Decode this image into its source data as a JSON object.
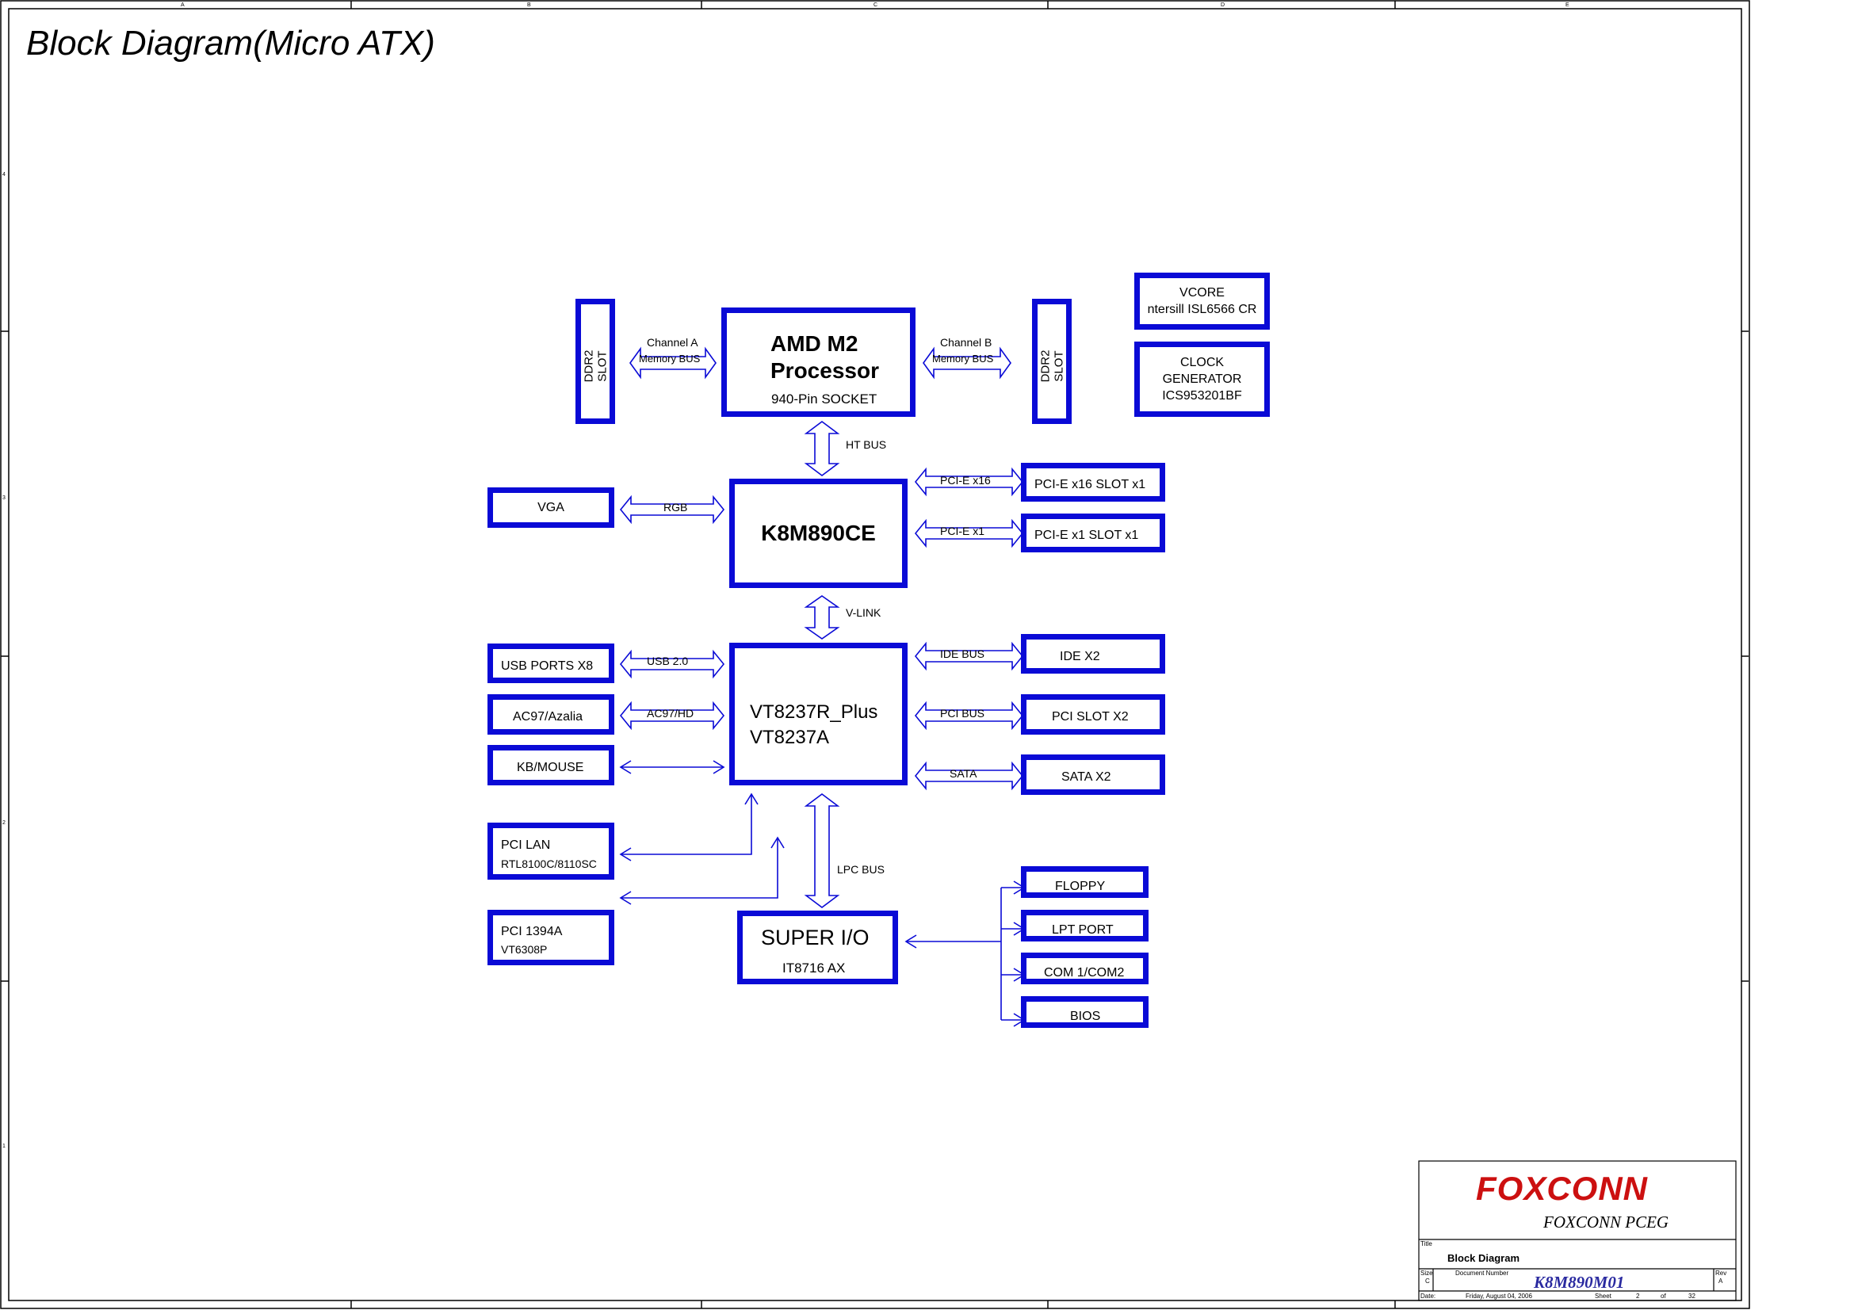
{
  "title": "Block Diagram(Micro ATX)",
  "ruler": {
    "cols": [
      "A",
      "B",
      "C",
      "D",
      "E"
    ],
    "rows": [
      "4",
      "3",
      "2",
      "1"
    ]
  },
  "blocks": {
    "ddr2_left": {
      "line1": "DDR2",
      "line2": "SLOT"
    },
    "ddr2_right": {
      "line1": "DDR2",
      "line2": "SLOT"
    },
    "cpu": {
      "line1": "AMD M2",
      "line2": "Processor",
      "sub": "940-Pin SOCKET"
    },
    "vcore": {
      "line1": "VCORE",
      "line2": "ntersill ISL6566 CR"
    },
    "clock": {
      "line1": "CLOCK",
      "line2": "GENERATOR",
      "line3": "ICS953201BF"
    },
    "northbridge": {
      "label": "K8M890CE"
    },
    "southbridge": {
      "line1": "VT8237R_Plus",
      "line2": "VT8237A"
    },
    "vga": {
      "label": "VGA"
    },
    "pcie16": {
      "label": "PCI-E x16 SLOT x1"
    },
    "pcie1": {
      "label": "PCI-E x1  SLOT x1"
    },
    "usb": {
      "label": "USB PORTS X8"
    },
    "ac97": {
      "label": "AC97/Azalia"
    },
    "kb": {
      "label": "KB/MOUSE"
    },
    "lan": {
      "line1": "PCI LAN",
      "line2": "RTL8100C/8110SC"
    },
    "ieee": {
      "line1": "PCI 1394A",
      "line2": "VT6308P"
    },
    "ide": {
      "label": "IDE X2"
    },
    "pcislot": {
      "label": "PCI SLOT X2"
    },
    "sata": {
      "label": "SATA X2"
    },
    "superio": {
      "line1": "SUPER I/O",
      "line2": "IT8716 AX"
    },
    "floppy": {
      "label": "FLOPPY"
    },
    "lpt": {
      "label": "LPT PORT"
    },
    "com": {
      "label": "COM 1/COM2"
    },
    "bios": {
      "label": "BIOS"
    }
  },
  "buses": {
    "chan_a1": "Channel A",
    "chan_a2": "Memory BUS",
    "chan_b1": "Channel B",
    "chan_b2": "Memory BUS",
    "ht": "HT BUS",
    "rgb": "RGB",
    "pcie16": "PCI-E x16",
    "pcie1": "PCI-E x1",
    "vlink": "V-LINK",
    "usb": "USB 2.0",
    "ac97": "AC97/HD",
    "ide": "IDE BUS",
    "pci": "PCI  BUS",
    "sata": "SATA",
    "lpc": "LPC BUS"
  },
  "title_block": {
    "logo": "FOXCONN",
    "company": "FOXCONN PCEG",
    "title_label": "Title",
    "title_value": "Block Diagram",
    "size_label": "Size",
    "size_value": "C",
    "doc_label": "Document Number",
    "doc_value": "K8M890M01",
    "rev_label": "Rev",
    "rev_value": "A",
    "date_label": "Date:",
    "date_value": "Friday, August 04, 2006",
    "sheet_label": "Sheet",
    "sheet_value": "2",
    "of_label": "of",
    "of_value": "32"
  },
  "colors": {
    "block": "#0a0ad6",
    "bus": "#0a0ad6",
    "doc_number": "#2a2aa0",
    "logo": "#cc1010"
  }
}
